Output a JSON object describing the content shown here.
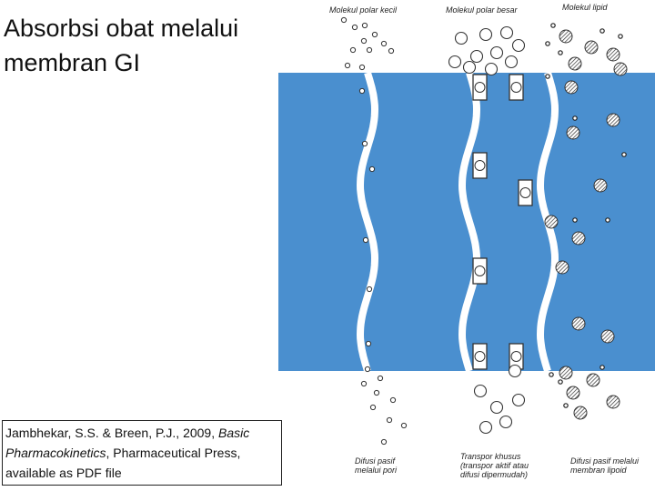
{
  "slide": {
    "title_lines": [
      "Absorbsi obat melalui",
      "membran GI"
    ]
  },
  "citation": {
    "authors": "Jambhekar, S.S. & Breen, P.J., 2009, ",
    "book_title": "Basic Pharmacokinetics",
    "rest": ", Pharmaceutical Press, available as PDF file"
  },
  "diagram": {
    "colors": {
      "membrane": "#4a8fcf",
      "background": "#ffffff",
      "stroke": "#333333"
    },
    "top_labels": {
      "small_polar": "Molekul polar kecil",
      "large_polar": "Molekul polar besar",
      "lipid": "Molekul lipid"
    },
    "bottom_labels": {
      "pore": [
        "Difusi pasif",
        "melalui pori"
      ],
      "special": [
        "Transpor khusus",
        "(transpor aktif atau",
        "difusi dipermudah)"
      ],
      "lipid": [
        "Difusi pasif melalui",
        "membran lipoid"
      ]
    }
  }
}
